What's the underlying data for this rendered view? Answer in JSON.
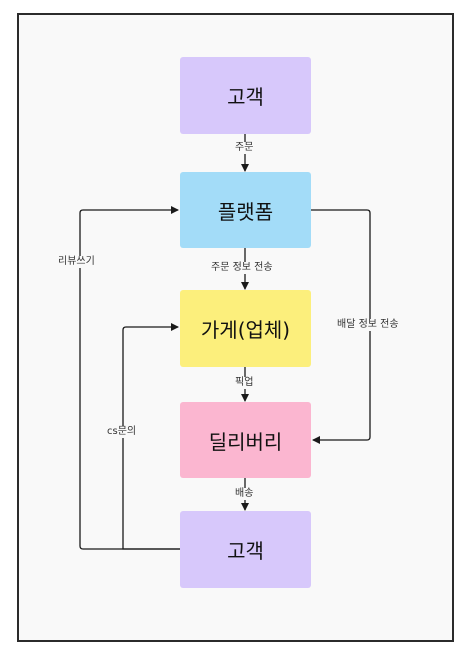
{
  "nodes": {
    "customer_top": {
      "label": "고객",
      "color": "#d7c8fb"
    },
    "platform": {
      "label": "플랫폼",
      "color": "#a3dcf8"
    },
    "store": {
      "label": "가게(업체)",
      "color": "#fcef7c"
    },
    "delivery": {
      "label": "딜리버리",
      "color": "#fbb6d0"
    },
    "customer_bottom": {
      "label": "고객",
      "color": "#d7c8fb"
    }
  },
  "edges": {
    "order": "주문",
    "send_order_info": "주문 정보 전송",
    "pickup": "픽업",
    "deliver": "배송",
    "send_delivery_info": "배달 정보 전송",
    "write_review": "리뷰쓰기",
    "cs_inquiry": "cs문의"
  }
}
